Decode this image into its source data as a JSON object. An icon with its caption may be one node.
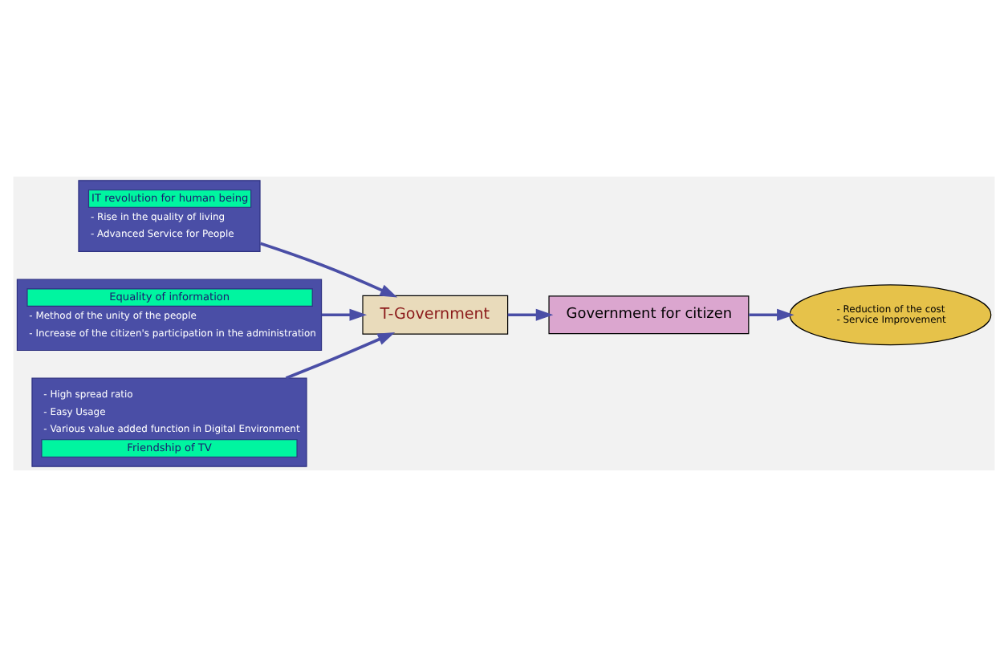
{
  "diagram": {
    "nodes": [
      {
        "text": [
          "IT revolution for human being",
          "- Rise in the quality of living",
          "- Advanced Service for People"
        ]
      },
      {
        "text": [
          "Equality of information",
          "- Method of the unity of the people",
          "- Increase of the citizen's participation in the administration"
        ]
      },
      {
        "text": [
          "T-Government"
        ]
      },
      {
        "text": [
          "- High spread ratio",
          "- Easy Usage",
          "- Various value added function in Digital Environment",
          "Friendship of TV"
        ]
      },
      {
        "text": [
          "Government for citizen"
        ]
      },
      {
        "text": [
          "- Reduction of the cost",
          "- Service Improvement"
        ]
      }
    ],
    "edges": [
      {
        "from": 0,
        "to": 2,
        "arrow": "to"
      },
      {
        "from": 1,
        "to": 2,
        "arrow": "to"
      },
      {
        "from": 3,
        "to": 2,
        "arrow": "to"
      },
      {
        "from": 2,
        "to": 4,
        "arrow": "to"
      },
      {
        "from": 4,
        "to": 5,
        "arrow": "to"
      }
    ]
  }
}
